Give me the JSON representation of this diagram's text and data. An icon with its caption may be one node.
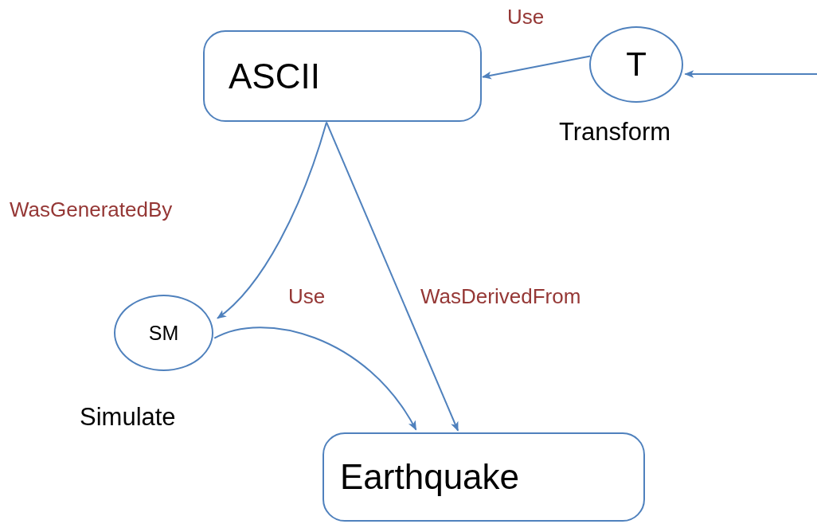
{
  "diagram": {
    "nodes": [
      {
        "text": [
          "ASCII"
        ]
      },
      {
        "text": [
          "T"
        ],
        "beside": [
          "Transform"
        ]
      },
      {
        "text": [
          "SM"
        ],
        "beside": [
          "Simulate"
        ]
      },
      {
        "text": [
          "Earthquake"
        ]
      }
    ],
    "edges": [
      {
        "from": 1,
        "to": 0,
        "arrow": "to",
        "label": "Use"
      },
      {
        "from": null,
        "to": 1,
        "arrow": "to"
      },
      {
        "from": 0,
        "to": 2,
        "arrow": "to",
        "label": "WasGeneratedBy"
      },
      {
        "from": 0,
        "to": 3,
        "arrow": "to",
        "label": "WasDerivedFrom"
      },
      {
        "from": 2,
        "to": 3,
        "arrow": "to",
        "label": "Use"
      }
    ]
  }
}
